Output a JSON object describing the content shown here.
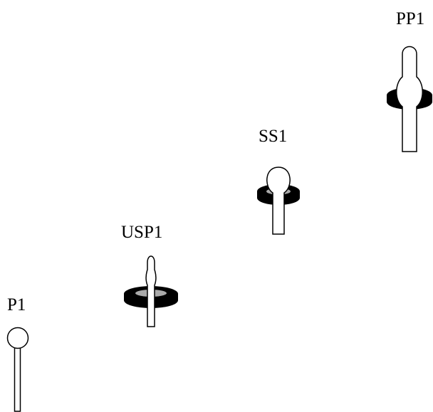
{
  "diagram": {
    "ink_color": "#000000",
    "fill_color": "#ffffff",
    "shadow_color": "#000000",
    "highlight_color": "#aaaaaa",
    "pins": [
      {
        "label": "P1",
        "icon": "simple-pin-icon"
      },
      {
        "label": "USP1",
        "icon": "shadowed-pin-icon"
      },
      {
        "label": "SS1",
        "icon": "shadowed-pin-icon"
      },
      {
        "label": "PP1",
        "icon": "shadowed-pin-icon"
      }
    ]
  }
}
